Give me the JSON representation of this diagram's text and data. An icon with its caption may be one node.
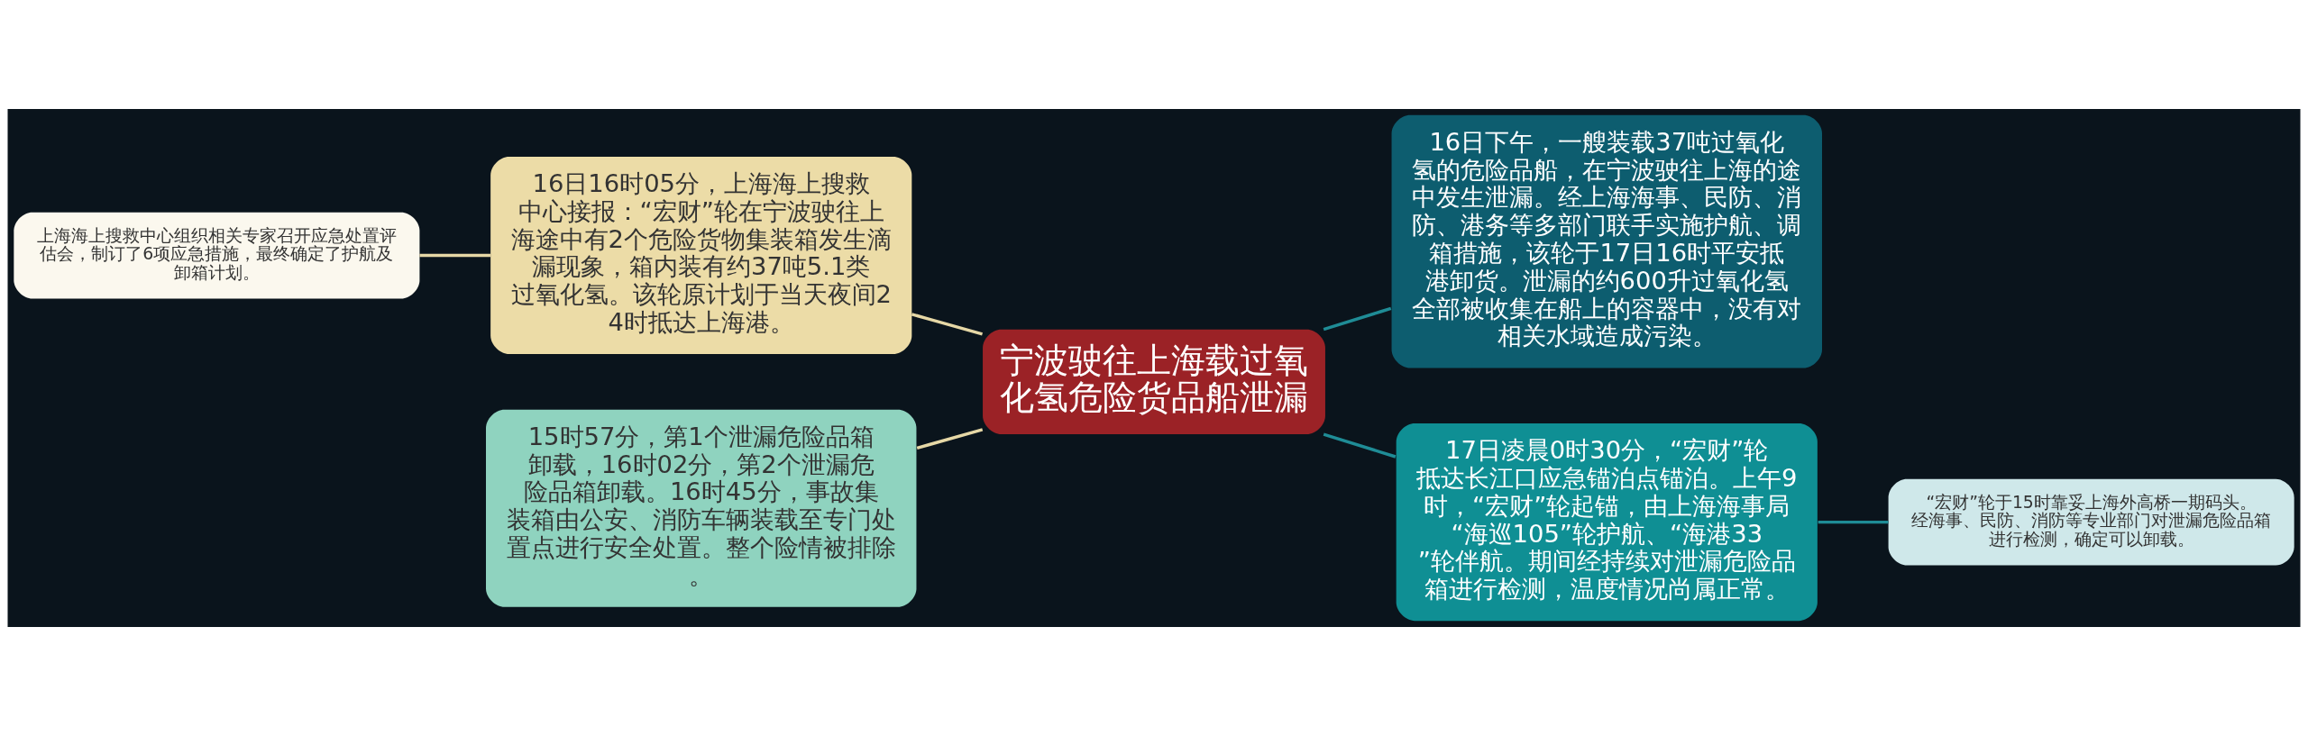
{
  "diagram": {
    "nodes": [
      {
        "text": [
          "宁波驶往上海载过氧化氢危险货品船泄漏"
        ]
      },
      {
        "text": [
          "16日16时05分，上海海上搜救中心接报：“宏财”轮在宁波驶往上海途中有2个危险货物集装箱发生滴漏现象，箱内装有约37吨5.1类过氧化氢。该轮原计划于当天夜间24时抵达上海港。"
        ]
      },
      {
        "text": [
          "上海海上搜救中心组织相关专家召开应急处置评估会，制订了6项应急措施，最终确定了护航及卸箱计划。"
        ]
      },
      {
        "text": [
          "15时57分，第1个泄漏危险品箱卸载，16时02分，第2个泄漏危险品箱卸载。16时45分，事故集装箱由公安、消防车辆装载至专门处置点进行安全处置。整个险情被排除。"
        ]
      },
      {
        "text": [
          "16日下午，一艘装载37吨过氧化氢的危险品船，在宁波驶往上海的途中发生泄漏。经上海海事、民防、消防、港务等多部门联手实施护航、调箱措施，该轮于17日16时平安抵港卸货。泄漏的约600升过氧化氢全部被收集在船上的容器中，没有对相关水域造成污染。"
        ]
      },
      {
        "text": [
          "17日凌晨0时30分，“宏财”轮抵达长江口应急锚泊点锚泊。上午9时，“宏财”轮起锚，由上海海事局“海巡105”轮护航、“海港33”轮伴航。期间经持续对泄漏危险品箱进行检测，温度情况尚属正常。"
        ]
      },
      {
        "text": [
          "“宏财”轮于15时靠妥上海外高桥一期码头。经海事、民防、消防等专业部门对泄漏危险品箱进行检测，确定可以卸载。"
        ]
      }
    ],
    "edges": [
      {
        "from": 2,
        "to": 1,
        "arrow": "none",
        "color": "#e6d8a6"
      },
      {
        "from": 1,
        "to": 0,
        "arrow": "none",
        "color": "#e6d8a6"
      },
      {
        "from": 3,
        "to": 0,
        "arrow": "none",
        "color": "#e6d8a6"
      },
      {
        "from": 0,
        "to": 4,
        "arrow": "none",
        "color": "#1f8c96"
      },
      {
        "from": 0,
        "to": 5,
        "arrow": "none",
        "color": "#1f8c96"
      },
      {
        "from": 5,
        "to": 6,
        "arrow": "none",
        "color": "#1f8c96"
      }
    ]
  }
}
